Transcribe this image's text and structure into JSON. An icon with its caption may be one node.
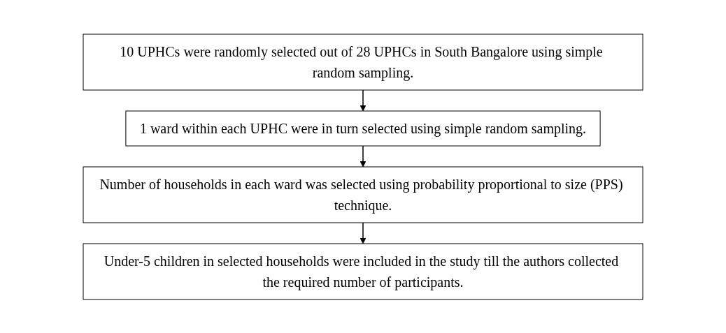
{
  "diagram": {
    "nodes": [
      {
        "text": [
          "10 UPHCs were randomly selected out of 28 UPHCs in South Bangalore using simple random sampling."
        ]
      },
      {
        "text": [
          "1 ward within each UPHC were in turn selected using simple random sampling."
        ]
      },
      {
        "text": [
          "Number of households in each ward was selected using probability proportional to size (PPS) technique."
        ]
      },
      {
        "text": [
          "Under-5 children in selected households were included in the study till the authors collected the required number of participants."
        ]
      }
    ],
    "edges": [
      {
        "from": 0,
        "to": 1,
        "arrow": "to"
      },
      {
        "from": 1,
        "to": 2,
        "arrow": "to"
      },
      {
        "from": 2,
        "to": 3,
        "arrow": "to"
      }
    ]
  }
}
